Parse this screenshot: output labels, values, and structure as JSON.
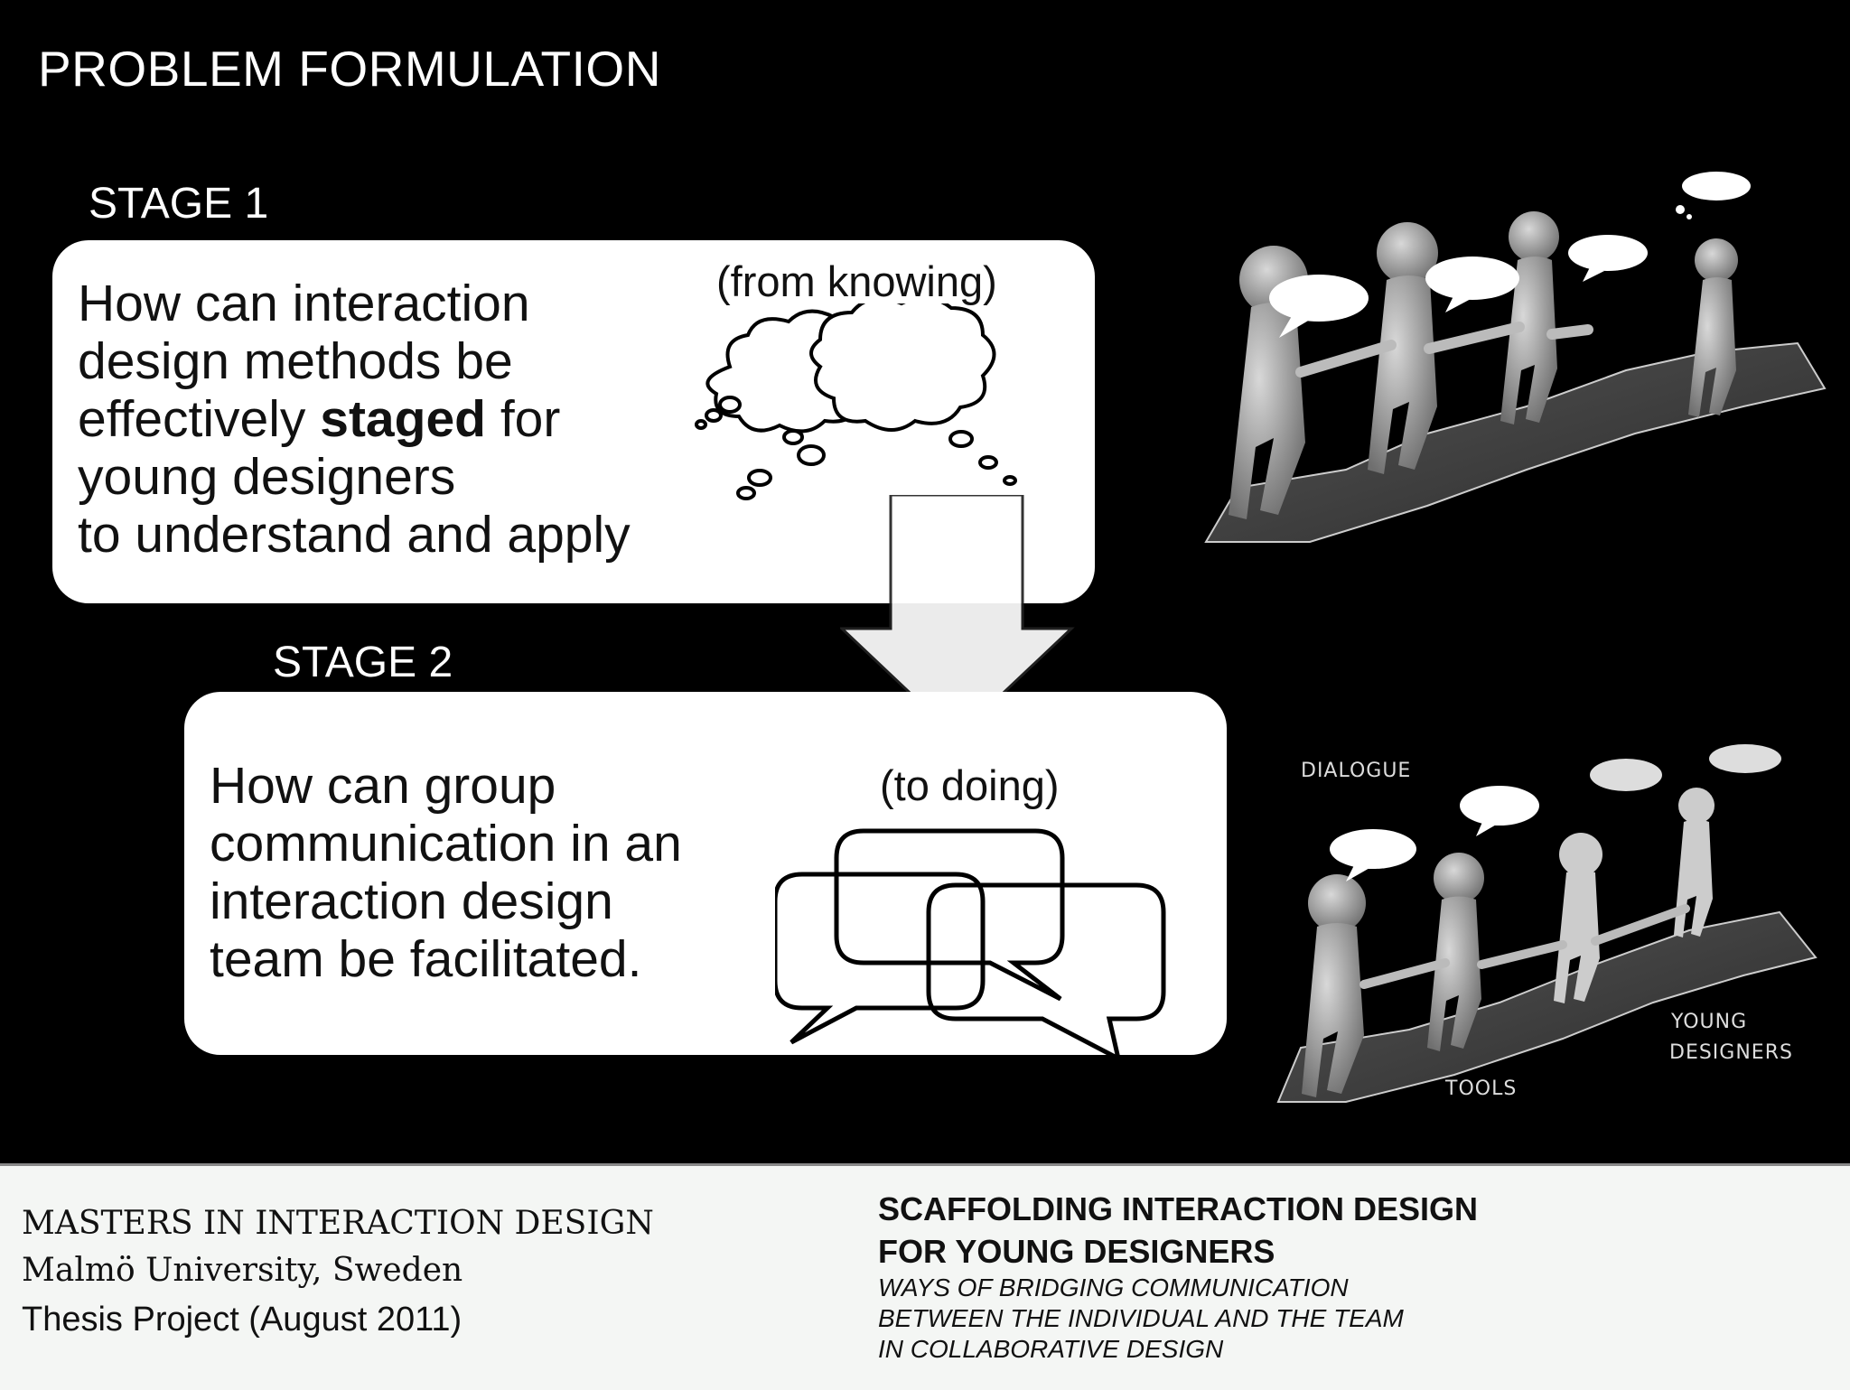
{
  "slide": {
    "title": "PROBLEM FORMULATION",
    "stage1": {
      "label": "STAGE 1",
      "question_lines": [
        "How can interaction",
        "design methods be"
      ],
      "question_pre": "effectively ",
      "question_bold": "staged",
      "question_post": " for",
      "question_tail": [
        "young designers",
        "to understand and apply"
      ],
      "caption": "(from knowing)"
    },
    "stage2": {
      "label": "STAGE 2",
      "question_lines": [
        "How can group",
        "communication in an",
        "interaction design",
        "team be facilitated."
      ],
      "caption": "(to doing)"
    },
    "illustration_labels": {
      "dialogue": "DIALOGUE",
      "tools": "TOOLS",
      "young1": "YOUNG",
      "young2": "DESIGNERS"
    }
  },
  "footer": {
    "left": {
      "line1": "MASTERS IN INTERACTION DESIGN",
      "line2": "Malmö University, Sweden",
      "line3": "Thesis Project (August 2011)"
    },
    "right": {
      "title1": "SCAFFOLDING INTERACTION DESIGN",
      "title2": "FOR YOUNG DESIGNERS",
      "sub1": "WAYS OF BRIDGING COMMUNICATION",
      "sub2": "BETWEEN THE INDIVIDUAL AND THE TEAM",
      "sub3": "IN COLLABORATIVE DESIGN"
    }
  }
}
